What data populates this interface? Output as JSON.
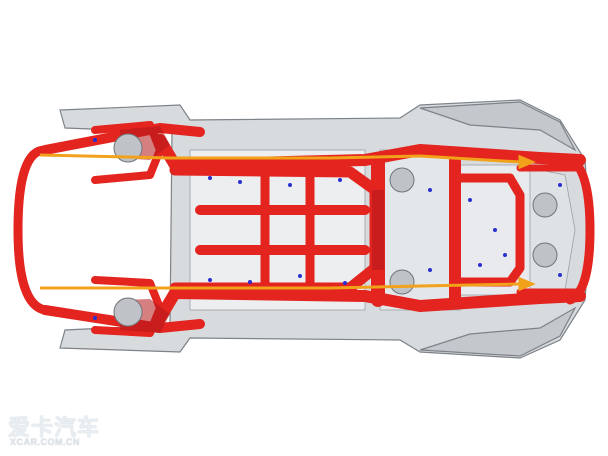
{
  "image": {
    "subject": "vehicle-body-structure-top-view",
    "colors": {
      "frame_red": "#e3241f",
      "frame_dark_red": "#b5161a",
      "body_gray": "#9aa0a6",
      "arrow_orange": "#f2a21a",
      "marker_blue": "#2a2fd0"
    }
  },
  "watermark": {
    "logo_text": "爱卡汽车",
    "site_text": "XCAR.COM.CN"
  }
}
